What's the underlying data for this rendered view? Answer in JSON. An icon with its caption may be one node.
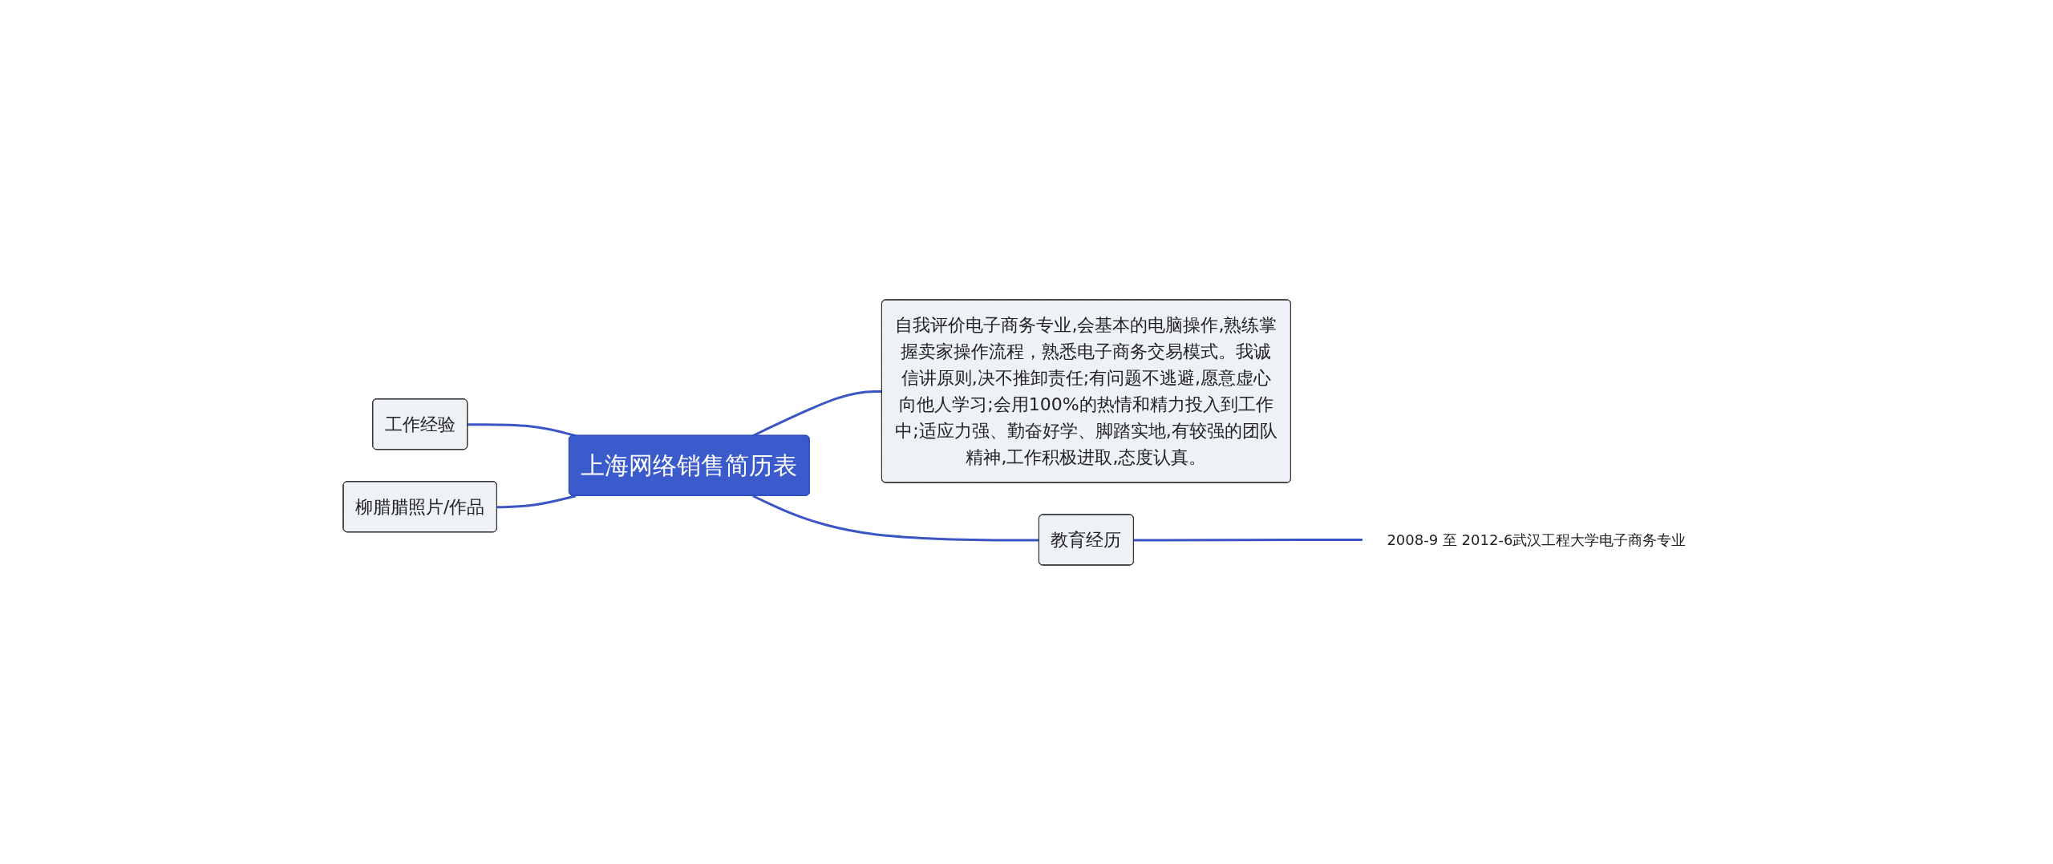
{
  "diagram": {
    "nodes": [
      {
        "text": [
          "上海网络销售简历表"
        ]
      },
      {
        "text": [
          "工作经验"
        ]
      },
      {
        "text": [
          "柳腊腊照片/作品"
        ]
      },
      {
        "text": [
          "自我评价电子商务专业,会基本的电脑操作,熟练掌握卖家操作流程，熟悉电子商务交易模式。我诚信讲原则,决不推卸责任;有问题不逃避,愿意虚心向他人学习;会用100%的热情和精力投入到工作中;适应力强、勤奋好学、脚踏实地,有较强的团队精神,工作积极进取,态度认真。"
        ]
      },
      {
        "text": [
          "教育经历"
        ]
      },
      {
        "text": [
          "2008-9 至 2012-6武汉工程大学电子商务专业"
        ]
      }
    ],
    "edges": [
      {
        "from": 1,
        "to": 0,
        "arrow": "none"
      },
      {
        "from": 2,
        "to": 0,
        "arrow": "none"
      },
      {
        "from": 0,
        "to": 3,
        "arrow": "none"
      },
      {
        "from": 0,
        "to": 4,
        "arrow": "none"
      },
      {
        "from": 4,
        "to": 5,
        "arrow": "none"
      }
    ]
  }
}
